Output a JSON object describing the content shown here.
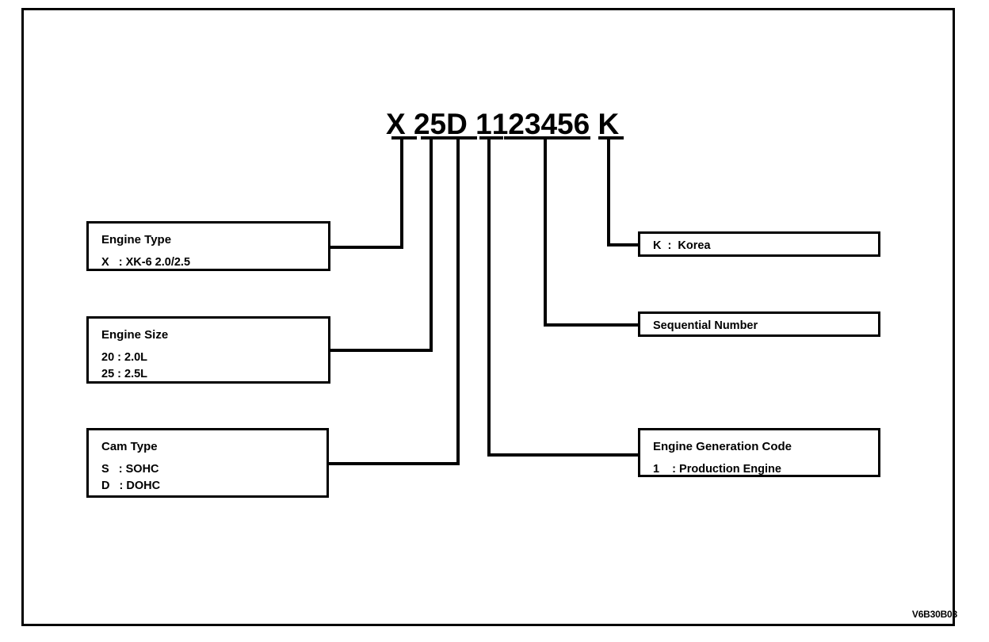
{
  "figure": {
    "id_code": "V6B30B03"
  },
  "serial_code": {
    "segments": [
      {
        "name": "engine-type",
        "text": "X"
      },
      {
        "name": "engine-size",
        "text": "25"
      },
      {
        "name": "cam-type",
        "text": "D"
      },
      {
        "name": "generation-code",
        "text": "1"
      },
      {
        "name": "sequential-number",
        "text": "123456"
      },
      {
        "name": "country-code",
        "text": "K"
      }
    ],
    "full_text": "X 25 D 1 123456 K"
  },
  "callouts": {
    "engine_type": {
      "title": "Engine Type",
      "lines": [
        "X   : XK-6 2.0/2.5"
      ]
    },
    "engine_size": {
      "title": "Engine Size",
      "lines": [
        "20 : 2.0L",
        "25 : 2.5L"
      ]
    },
    "cam_type": {
      "title": "Cam Type",
      "lines": [
        "S   : SOHC",
        "D   : DOHC"
      ]
    },
    "country": {
      "title": "",
      "lines": [
        "K  :  Korea"
      ]
    },
    "sequential": {
      "title": "",
      "lines": [
        "Sequential Number"
      ]
    },
    "generation": {
      "title": "Engine Generation Code",
      "lines": [
        "1    : Production Engine"
      ]
    }
  },
  "colors": {
    "ink": "#000000",
    "background": "#ffffff"
  }
}
